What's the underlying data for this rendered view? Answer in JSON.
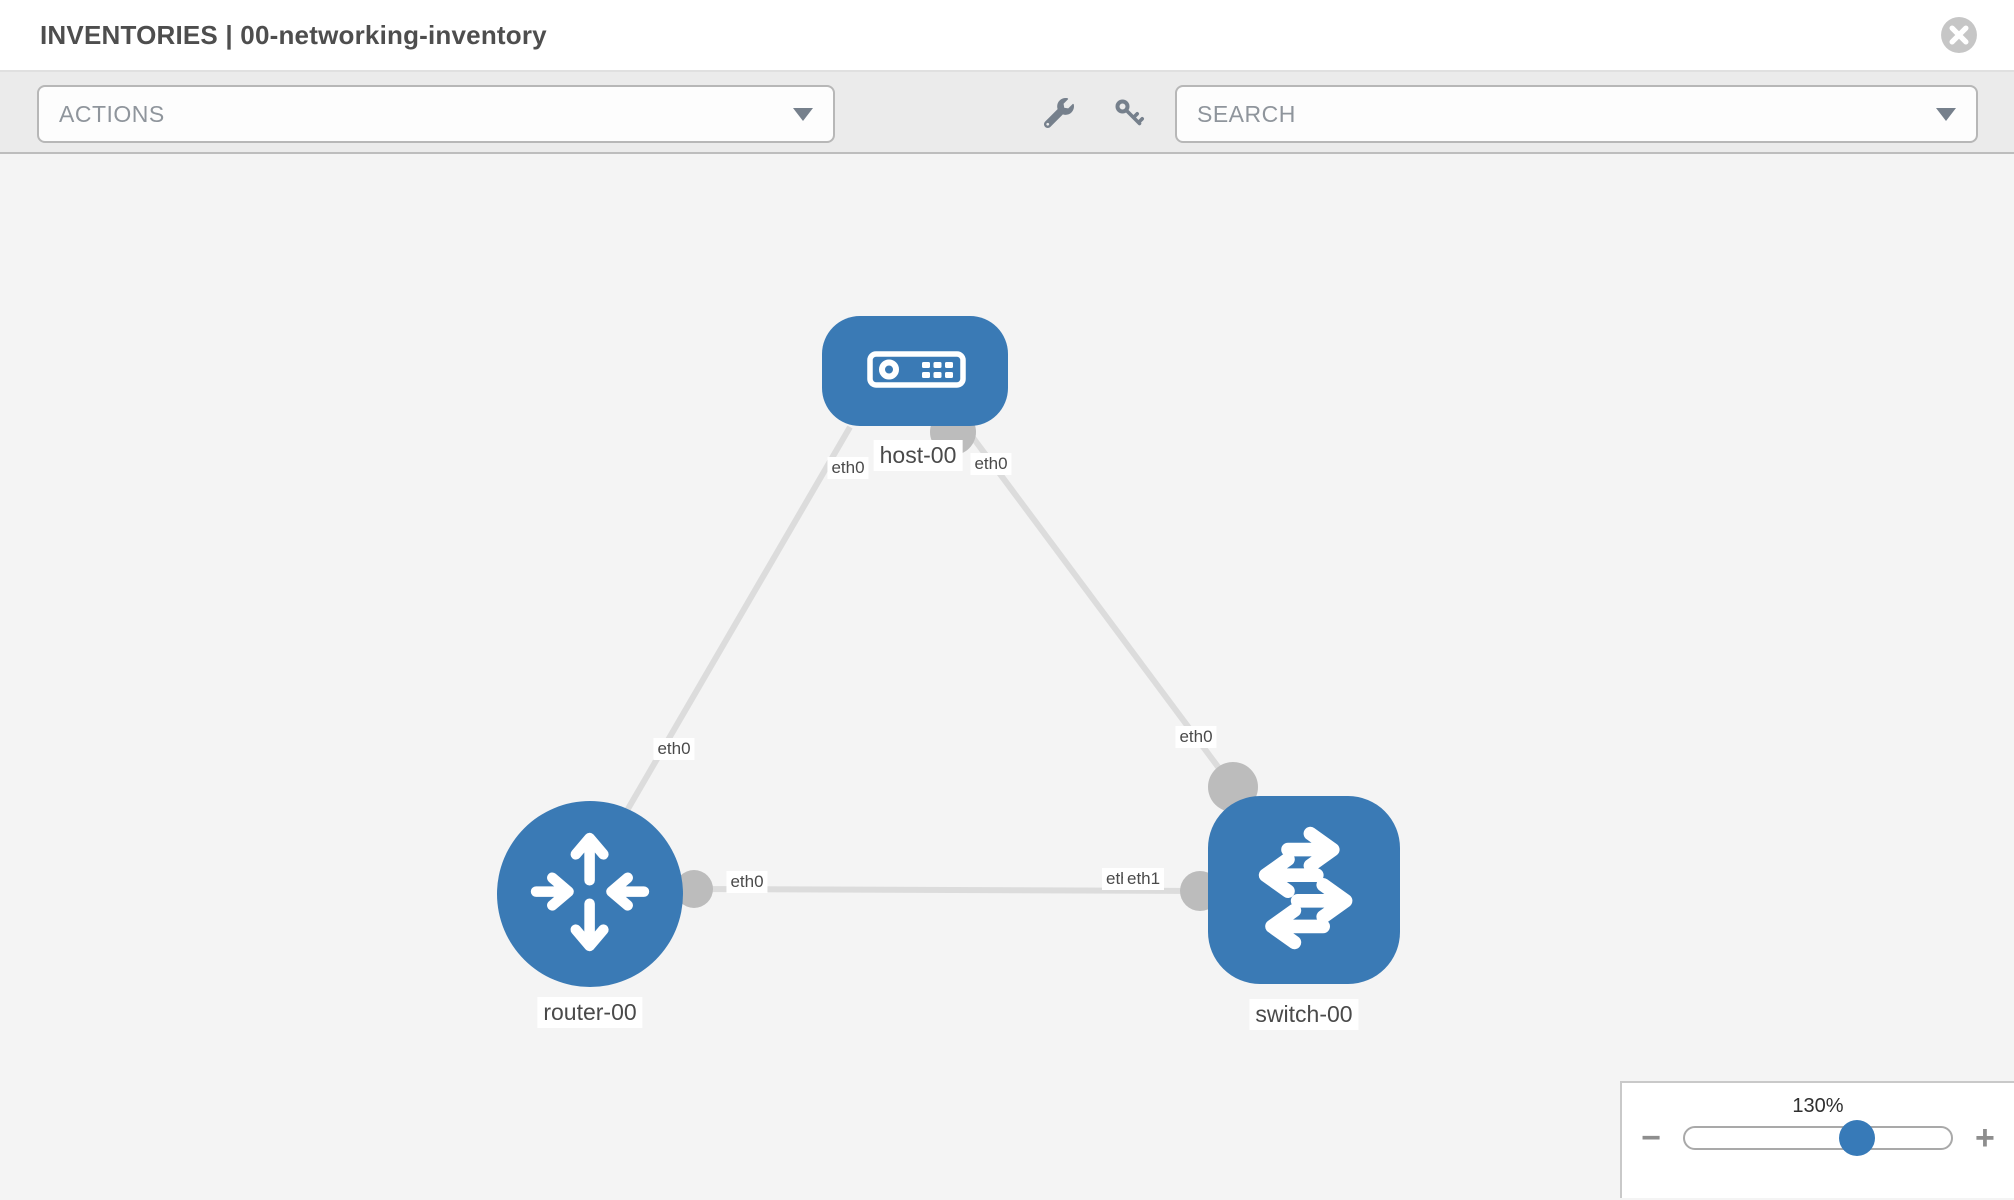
{
  "header": {
    "title": "INVENTORIES | 00-networking-inventory"
  },
  "toolbar": {
    "actions_label": "ACTIONS",
    "search_placeholder": "SEARCH"
  },
  "canvas": {
    "nodes": {
      "host": {
        "label": "host-00",
        "type": "host"
      },
      "router": {
        "label": "router-00",
        "type": "router"
      },
      "switch": {
        "label": "switch-00",
        "type": "switch"
      }
    },
    "ports": {
      "host_left": "eth0",
      "host_right": "eth0",
      "mid_host_router": "eth0",
      "mid_host_switch": "eth0",
      "router_right": "eth0",
      "overlap_back": "eth1",
      "overlap_front": "eth1"
    },
    "links": [
      {
        "source": "host-00",
        "target": "router-00",
        "source_interface": "eth0",
        "target_interface": "eth0"
      },
      {
        "source": "host-00",
        "target": "switch-00",
        "source_interface": "eth0",
        "target_interface": "eth0"
      },
      {
        "source": "router-00",
        "target": "switch-00",
        "source_interface": "eth0",
        "target_interface": "eth1"
      }
    ]
  },
  "zoom_control": {
    "level_label": "130%",
    "zoom_percent": 130,
    "minus_label": "−",
    "plus_label": "+"
  },
  "colors": {
    "node_blue": "#3a7ab5",
    "edge_gray": "#dcdcdc",
    "port_dot_gray": "#bcbcbc",
    "icon_gray": "#76808c"
  }
}
